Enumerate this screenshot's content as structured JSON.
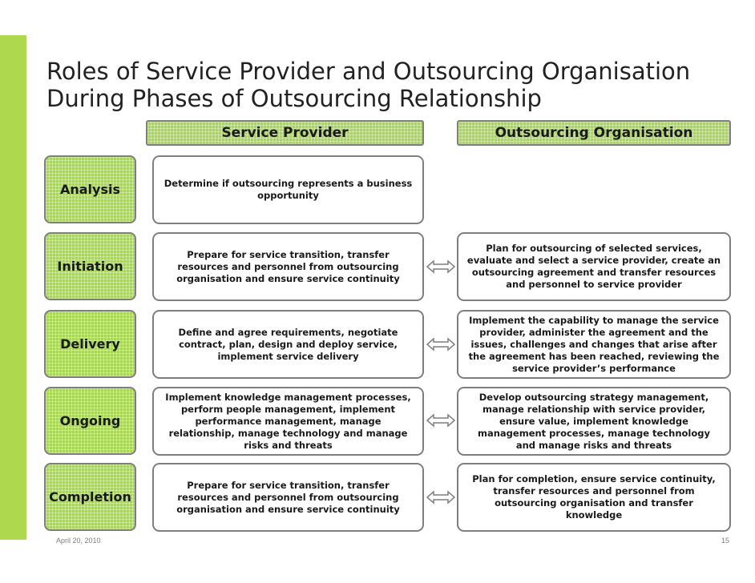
{
  "title": {
    "line1": "Roles of Service Provider and Outsourcing Organisation",
    "line2": "During Phases of Outsourcing Relationship"
  },
  "headers": {
    "service_provider": "Service Provider",
    "outsourcing_organisation": "Outsourcing Organisation"
  },
  "rows": [
    {
      "phase": "Analysis",
      "service_provider": "Determine if outsourcing represents a business opportunity",
      "outsourcing_organisation": ""
    },
    {
      "phase": "Initiation",
      "service_provider": "Prepare for service transition, transfer resources and personnel from outsourcing organisation and ensure service continuity",
      "outsourcing_organisation": "Plan for outsourcing of selected services, evaluate and select a service provider, create an outsourcing agreement and transfer resources and personnel to service provider"
    },
    {
      "phase": "Delivery",
      "service_provider": "Define and agree requirements, negotiate contract, plan, design and deploy service, implement service delivery",
      "outsourcing_organisation": "Implement the capability to manage the service provider, administer the agreement and the issues, challenges and changes that arise after the agreement has been reached, reviewing the service provider’s performance"
    },
    {
      "phase": "Ongoing",
      "service_provider": "Implement knowledge management processes, perform people management, implement performance management, manage relationship, manage technology and manage risks and threats",
      "outsourcing_organisation": "Develop outsourcing strategy management, manage relationship with service provider, ensure value, implement knowledge management processes, manage technology and manage risks and threats"
    },
    {
      "phase": "Completion",
      "service_provider": "Prepare for service transition, transfer resources and personnel from outsourcing organisation and ensure service continuity",
      "outsourcing_organisation": "Plan for completion, ensure service continuity, transfer resources and personnel from outsourcing organisation and transfer knowledge"
    }
  ],
  "footer": {
    "date": "April 20, 2010",
    "page": "15"
  },
  "colors": {
    "accent": "#aed94f",
    "phase_fill": "#a9d55a",
    "border": "#7f7f7f"
  },
  "icons": {
    "connector": "double-arrow-icon"
  }
}
